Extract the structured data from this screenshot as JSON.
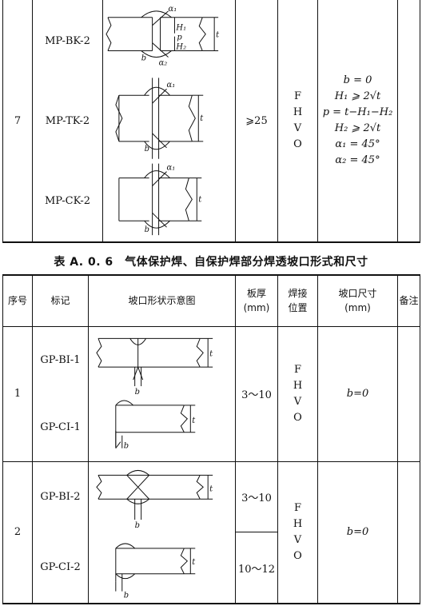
{
  "table_top": {
    "row": {
      "index": "7",
      "marks": [
        "MP-BK-2",
        "MP-TK-2",
        "MP-CK-2"
      ],
      "thickness": "⩾25",
      "positions": [
        "F",
        "H",
        "V",
        "O"
      ],
      "params": [
        "b = 0",
        "H₁ ⩾ 2√t",
        "p = t−H₁−H₂",
        "H₂ ⩾ 2√t",
        "α₁ = 45°",
        "α₂ = 45°"
      ]
    }
  },
  "caption": "表 A. 0. 6　气体保护焊、自保护焊部分焊透坡口形式和尺寸",
  "table_bottom": {
    "headers": {
      "index": "序号",
      "mark": "标记",
      "sketch": "坡口形状示意图",
      "thickness": [
        "板厚",
        "(mm)"
      ],
      "position": [
        "焊接",
        "位置"
      ],
      "size": [
        "坡口尺寸",
        "(mm)"
      ],
      "note": "备注"
    },
    "rows": [
      {
        "index": "1",
        "marks": [
          "GP-BI-1",
          "GP-CI-1"
        ],
        "thickness": "3～10",
        "positions": [
          "F",
          "H",
          "V",
          "O"
        ],
        "size": "b=0"
      },
      {
        "index": "2",
        "marks": [
          "GP-BI-2",
          "GP-CI-2"
        ],
        "thickness": [
          "3～10",
          "10～12"
        ],
        "positions": [
          "F",
          "H",
          "V",
          "O"
        ],
        "size": "b=0"
      }
    ]
  },
  "sketch_labels": {
    "a1": "α₁",
    "a2": "α₂",
    "h1": "H₁",
    "h2": "H₂",
    "p": "p",
    "t": "t",
    "b": "b"
  }
}
